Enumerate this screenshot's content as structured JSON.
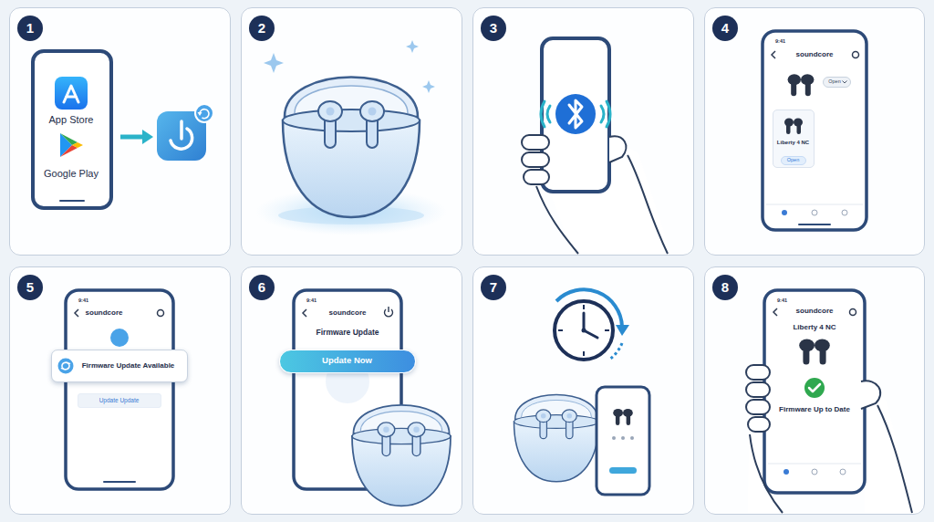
{
  "diagram": {
    "nodes": [
      {
        "text": [
          "1"
        ]
      },
      {
        "text": [
          "2"
        ]
      },
      {
        "text": [
          "3"
        ]
      },
      {
        "text": [
          "4"
        ]
      },
      {
        "text": [
          "Open"
        ],
        "in": 3
      },
      {
        "text": [
          "Liberty 4 NC"
        ],
        "in": 3
      },
      {
        "text": [
          "Open"
        ],
        "in": 5
      },
      {
        "text": [
          "5"
        ]
      },
      {
        "text": [
          "Firmware Update Available"
        ],
        "in": 7
      },
      {
        "text": [
          "Update Update"
        ],
        "in": 7
      },
      {
        "text": [
          "6"
        ]
      },
      {
        "text": [
          "Update Now"
        ],
        "in": 10
      },
      {
        "text": [
          "7"
        ]
      },
      {
        "text": [
          "8"
        ]
      }
    ],
    "labels": [
      "App Store",
      "Google Play",
      "9:41",
      "soundcore",
      "9:41",
      "soundcore",
      "9:41",
      "soundcore",
      "Firmware Update",
      "9:41",
      "soundcore",
      "Liberty 4 NC",
      "Firmware Up to Date"
    ]
  }
}
